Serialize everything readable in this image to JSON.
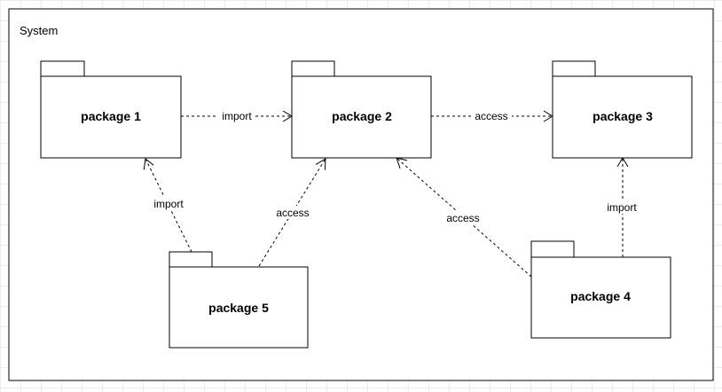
{
  "system": {
    "label": "System"
  },
  "packages": [
    {
      "id": "p1",
      "label": "package 1"
    },
    {
      "id": "p2",
      "label": "package 2"
    },
    {
      "id": "p3",
      "label": "package 3"
    },
    {
      "id": "p4",
      "label": "package 4"
    },
    {
      "id": "p5",
      "label": "package 5"
    }
  ],
  "edges": [
    {
      "id": "e1",
      "from": "p1",
      "to": "p2",
      "label": "import"
    },
    {
      "id": "e2",
      "from": "p2",
      "to": "p3",
      "label": "access"
    },
    {
      "id": "e3",
      "from": "p5",
      "to": "p1",
      "label": "import"
    },
    {
      "id": "e4",
      "from": "p5",
      "to": "p2",
      "label": "access"
    },
    {
      "id": "e5",
      "from": "p4",
      "to": "p2",
      "label": "access"
    },
    {
      "id": "e6",
      "from": "p4",
      "to": "p3",
      "label": "import"
    }
  ],
  "colors": {
    "stroke": "#000000",
    "fill": "#ffffff"
  }
}
